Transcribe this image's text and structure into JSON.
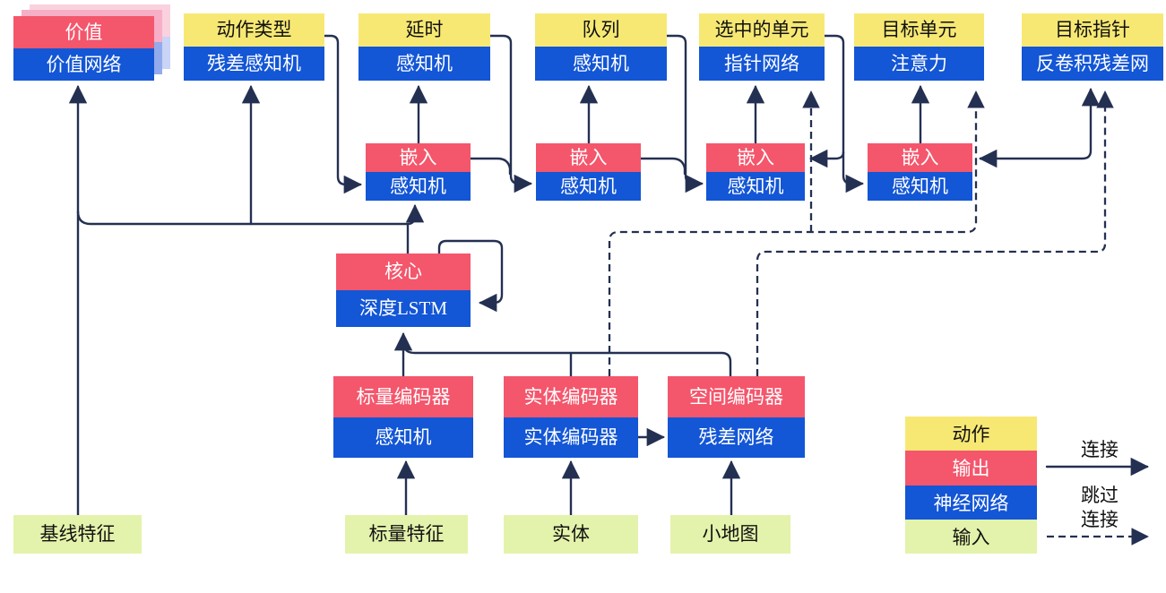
{
  "diagram": {
    "title": "AlphaStar agent architecture (Chinese)",
    "nodes": {
      "value": {
        "top": "价值",
        "bottom": "价值网络"
      },
      "action_type": {
        "top": "动作类型",
        "bottom": "残差感知机"
      },
      "delay": {
        "top": "延时",
        "bottom": "感知机"
      },
      "queue": {
        "top": "队列",
        "bottom": "感知机"
      },
      "selected_units": {
        "top": "选中的单元",
        "bottom": "指针网络"
      },
      "target_unit": {
        "top": "目标单元",
        "bottom": "注意力"
      },
      "target_pointer": {
        "top": "目标指针",
        "bottom": "反卷积残差网"
      },
      "embed1": {
        "top": "嵌入",
        "bottom": "感知机"
      },
      "embed2": {
        "top": "嵌入",
        "bottom": "感知机"
      },
      "embed3": {
        "top": "嵌入",
        "bottom": "感知机"
      },
      "embed4": {
        "top": "嵌入",
        "bottom": "感知机"
      },
      "core": {
        "top": "核心",
        "bottom": "深度LSTM"
      },
      "scalar_encoder": {
        "top": "标量编码器",
        "bottom": "感知机"
      },
      "entity_encoder": {
        "top": "实体编码器",
        "bottom": "实体编码器"
      },
      "spatial_encoder": {
        "top": "空间编码器",
        "bottom": "残差网络"
      },
      "baseline_features": {
        "label": "基线特征"
      },
      "scalar_features": {
        "label": "标量特征"
      },
      "entities": {
        "label": "实体"
      },
      "minimap": {
        "label": "小地图"
      }
    },
    "legend": {
      "action": "动作",
      "output": "输出",
      "neural_network": "神经网络",
      "input": "输入",
      "connection": "连接",
      "skip_line1": "跳过",
      "skip_line2": "连接"
    },
    "colors": {
      "action_yellow": "#F7E874",
      "output_red": "#F4566C",
      "network_blue": "#1356D6",
      "input_green": "#E3F3AB",
      "wire_navy": "#243052"
    }
  }
}
